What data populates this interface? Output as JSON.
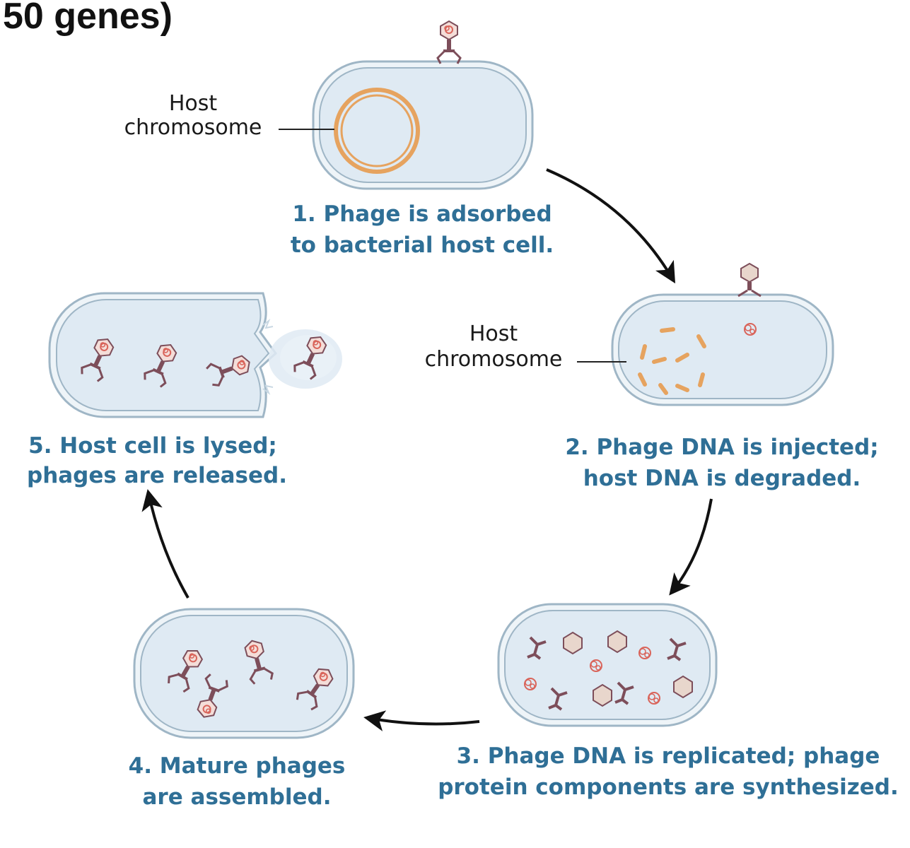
{
  "heading": "50 genes)",
  "host_label": {
    "line1": "Host",
    "line2": "chromosome"
  },
  "steps": [
    {
      "line1": "1. Phage is adsorbed",
      "line2": "to bacterial host cell."
    },
    {
      "line1": "2. Phage DNA is injected;",
      "line2": "host DNA is degraded."
    },
    {
      "line1": "3. Phage DNA is replicated; phage",
      "line2": "protein components are synthesized."
    },
    {
      "line1": "4. Mature phages",
      "line2": "are assembled."
    },
    {
      "line1": "5. Host cell is lysed;",
      "line2": "phages are released."
    }
  ],
  "colors": {
    "step_text": "#2f6f96",
    "cell_fill": "#dfeaf3",
    "cell_outline": "#9fb6c6",
    "chromosome": "#e6a35f",
    "phage_body": "#7d4e5a",
    "phage_dna": "#d9645a"
  }
}
